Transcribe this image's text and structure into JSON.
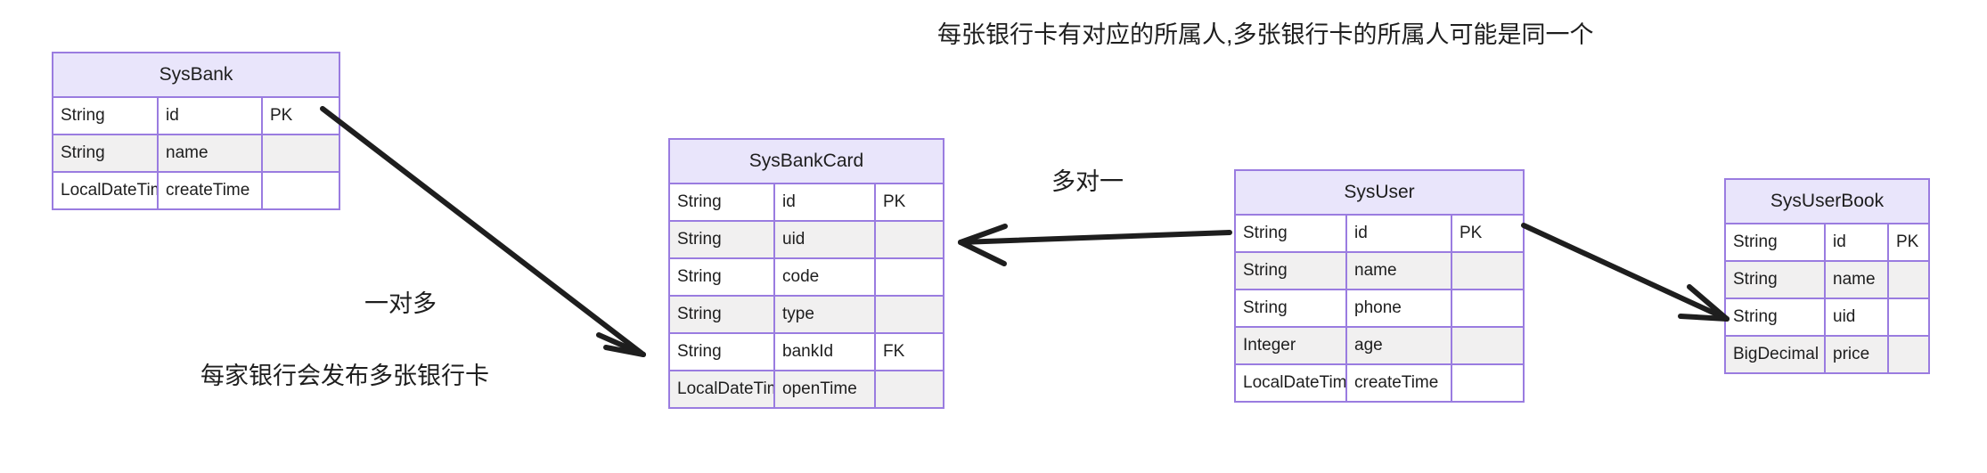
{
  "diagram": {
    "title_note": "每张银行卡有对应的所属人,多张银行卡的所属人可能是同一个",
    "accent_border": "#9a7ce0",
    "header_fill": "#e9e5fb",
    "alt_row_fill": "#f1f0f0",
    "stroke": "#1e1e1e"
  },
  "entities": [
    {
      "name": "SysBank",
      "rows": [
        {
          "type": "String",
          "field": "id",
          "key": "PK"
        },
        {
          "type": "String",
          "field": "name",
          "key": ""
        },
        {
          "type": "LocalDateTime",
          "field": "createTime",
          "key": ""
        }
      ]
    },
    {
      "name": "SysBankCard",
      "rows": [
        {
          "type": "String",
          "field": "id",
          "key": "PK"
        },
        {
          "type": "String",
          "field": "uid",
          "key": ""
        },
        {
          "type": "String",
          "field": "code",
          "key": ""
        },
        {
          "type": "String",
          "field": "type",
          "key": ""
        },
        {
          "type": "String",
          "field": "bankId",
          "key": "FK"
        },
        {
          "type": "LocalDateTime",
          "field": "openTime",
          "key": ""
        }
      ]
    },
    {
      "name": "SysUser",
      "rows": [
        {
          "type": "String",
          "field": "id",
          "key": "PK"
        },
        {
          "type": "String",
          "field": "name",
          "key": ""
        },
        {
          "type": "String",
          "field": "phone",
          "key": ""
        },
        {
          "type": "Integer",
          "field": "age",
          "key": ""
        },
        {
          "type": "LocalDateTime",
          "field": "createTime",
          "key": ""
        }
      ]
    },
    {
      "name": "SysUserBook",
      "rows": [
        {
          "type": "String",
          "field": "id",
          "key": "PK"
        },
        {
          "type": "String",
          "field": "name",
          "key": ""
        },
        {
          "type": "String",
          "field": "uid",
          "key": ""
        },
        {
          "type": "BigDecimal",
          "field": "price",
          "key": ""
        }
      ]
    }
  ],
  "notes": {
    "top_note": "每张银行卡有对应的所属人,多张银行卡的所属人可能是同一个",
    "one_to_many": "一对多",
    "one_to_many_desc": "每家银行会发布多张银行卡",
    "many_to_one": "多对一"
  }
}
